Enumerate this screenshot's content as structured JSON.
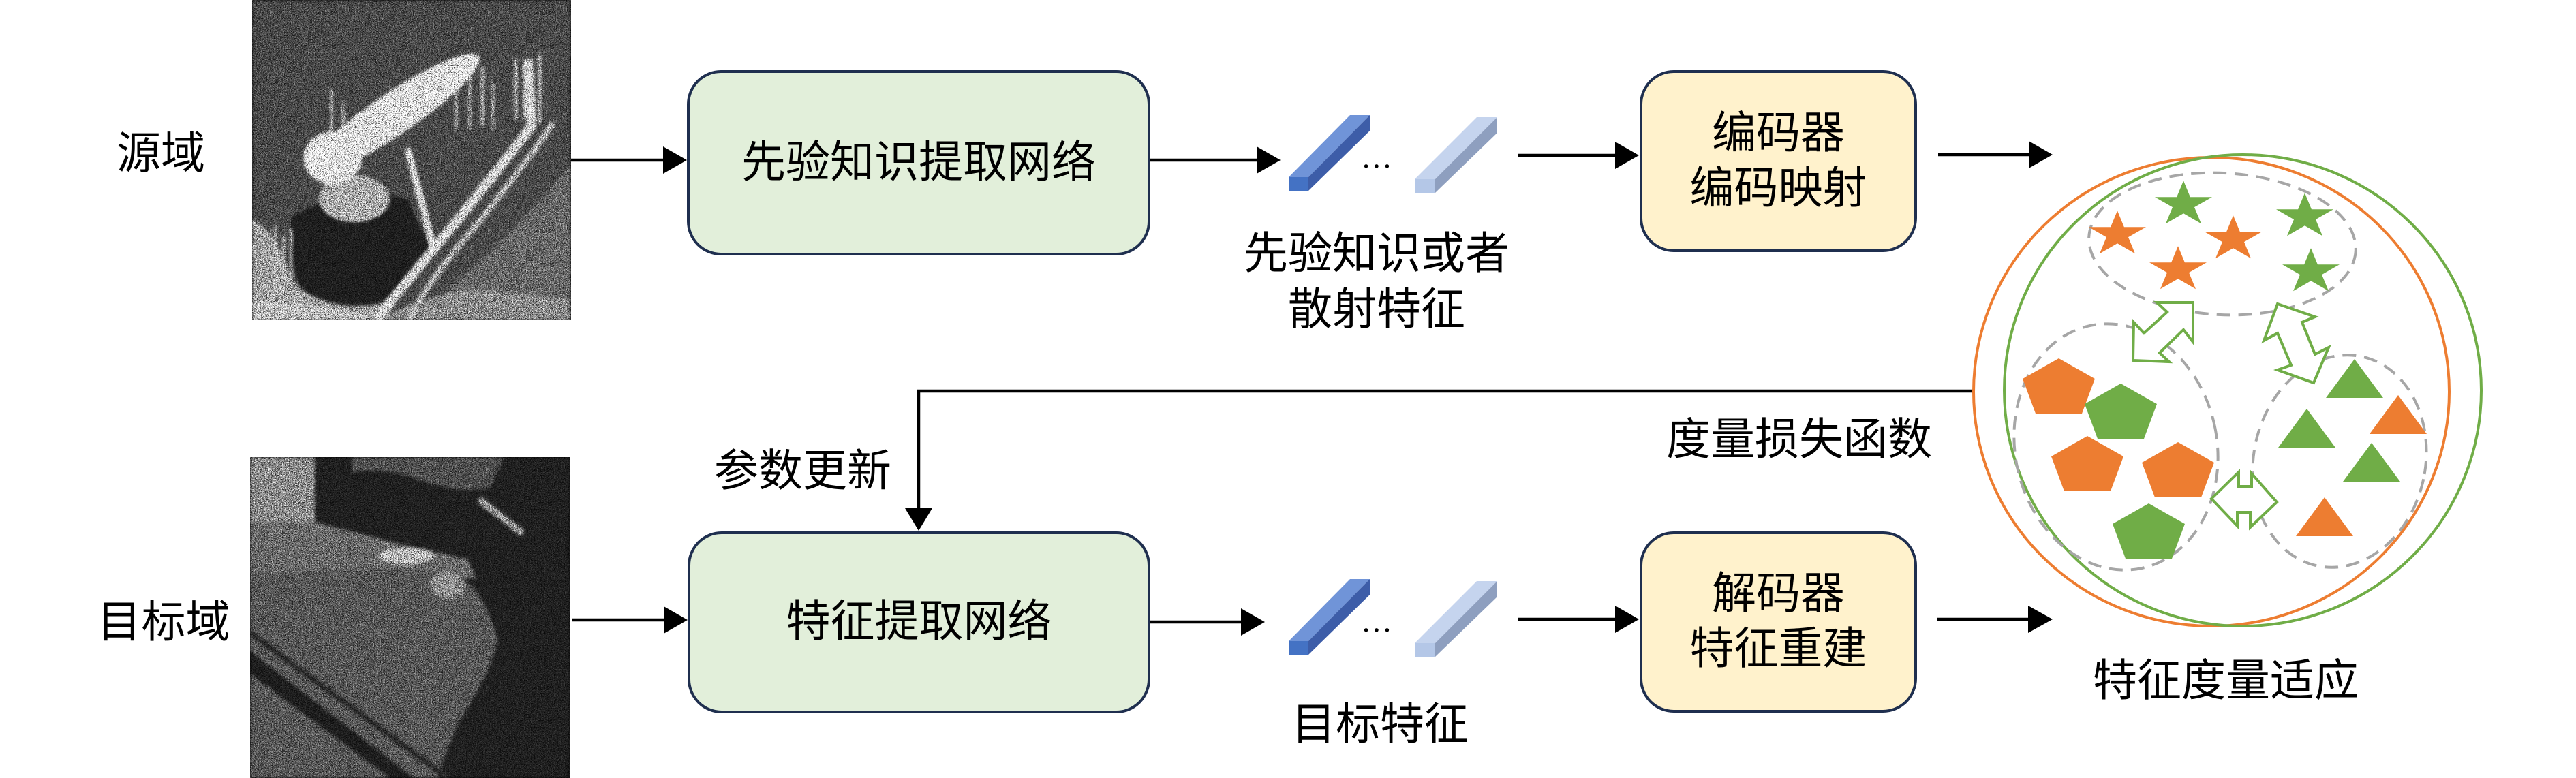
{
  "source_domain": {
    "label": "源域"
  },
  "target_domain": {
    "label": "目标域"
  },
  "networks": {
    "prior_knowledge_extraction": {
      "label": "先验知识提取网络"
    },
    "feature_extraction": {
      "label": "特征提取网络"
    }
  },
  "encoder": {
    "lines": [
      "编码器",
      "编码映射"
    ]
  },
  "decoder": {
    "lines": [
      "解码器",
      "特征重建"
    ]
  },
  "feature_vectors": {
    "source": {
      "caption_lines": [
        "先验知识或者",
        "散射特征"
      ],
      "ellipsis": "…"
    },
    "target": {
      "caption": "目标特征",
      "ellipsis": "…"
    }
  },
  "feedback": {
    "loss_label": "度量损失函数",
    "update_label": "参数更新"
  },
  "metric_space": {
    "caption": "特征度量适应",
    "domain_boundaries": [
      "orange",
      "green"
    ],
    "clusters": [
      {
        "shape": "star",
        "members": [
          "green",
          "orange",
          "orange",
          "orange",
          "green",
          "green"
        ]
      },
      {
        "shape": "pentagon",
        "members": [
          "orange",
          "green",
          "orange",
          "orange",
          "green"
        ]
      },
      {
        "shape": "triangle",
        "members": [
          "green",
          "orange",
          "green",
          "green",
          "orange"
        ]
      }
    ],
    "cluster_links": [
      [
        "star",
        "pentagon"
      ],
      [
        "star",
        "triangle"
      ],
      [
        "pentagon",
        "triangle"
      ]
    ]
  },
  "colors": {
    "orange": "#ED7D31",
    "green": "#70AD47",
    "cluster_outline": "#A6A6A6",
    "box_border": "#1F2F4F",
    "network_fill": "#E2EFDA",
    "codec_fill": "#FFF2CC",
    "vector_dark": "#4472C4",
    "vector_light": "#B4C7E7"
  }
}
